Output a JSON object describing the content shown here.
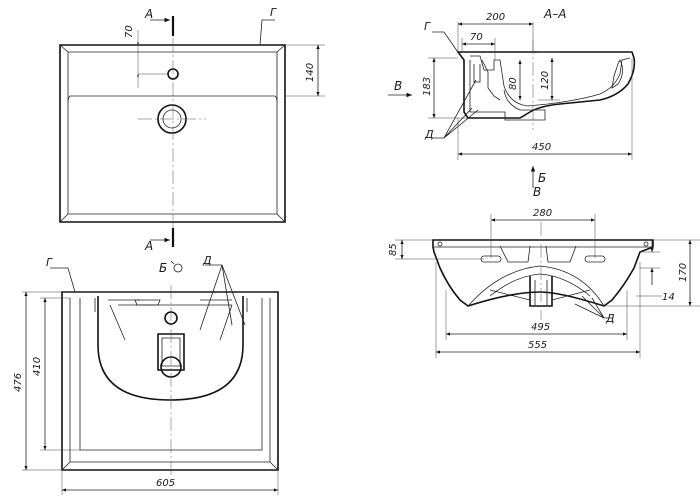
{
  "section_marks": {
    "a_top": "А",
    "a_bottom": "А",
    "section_title": "А–А",
    "b_view": "Б",
    "b_arrow_label": "Б",
    "v_arrow_label": "В",
    "v_side": "В",
    "v_view": "В"
  },
  "leaders": {
    "g": "Г",
    "d": "Д"
  },
  "dims": {
    "top_view": {
      "d70": "70",
      "d140": "140"
    },
    "front_view": {
      "d476": "476",
      "d410": "410",
      "d605": "605"
    },
    "section": {
      "d200": "200",
      "d70": "70",
      "d183": "183",
      "d80": "80",
      "d120": "120",
      "d450": "450"
    },
    "side_view": {
      "d280": "280",
      "d85": "85",
      "d170": "170",
      "d14": "14",
      "d495": "495",
      "d555": "555"
    }
  }
}
